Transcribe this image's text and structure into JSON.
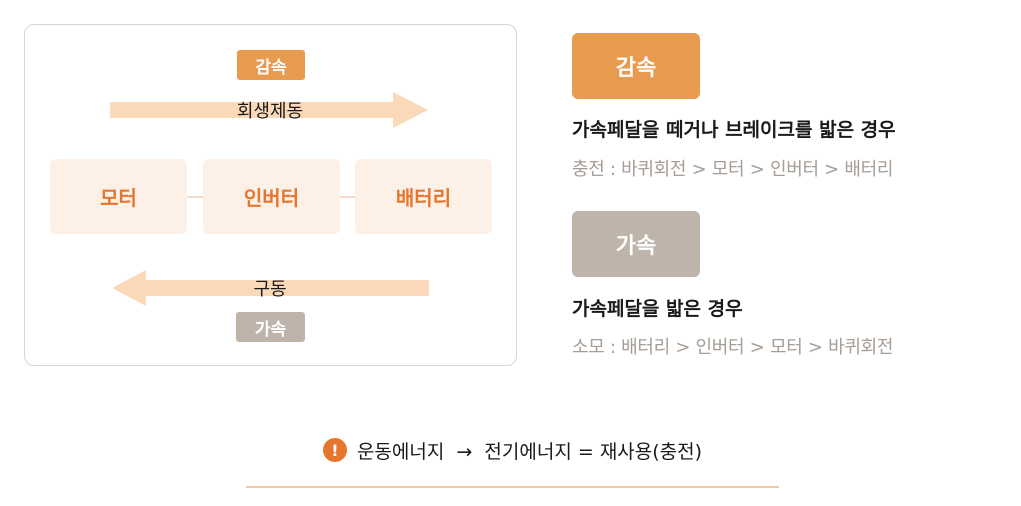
{
  "diagram": {
    "top_badge": "감속",
    "top_arrow_label": "회생제동",
    "nodes": [
      "모터",
      "인버터",
      "배터리"
    ],
    "bottom_arrow_label": "구동",
    "bottom_badge": "가속"
  },
  "explanations": [
    {
      "badge": "감속",
      "title": "가속페달을 떼거나 브레이크를 밟은 경우",
      "flow": "충전 : 바퀴회전 > 모터 > 인버터 > 배터리"
    },
    {
      "badge": "가속",
      "title": "가속페달을 밟은 경우",
      "flow": "소모 : 배터리 > 인버터 > 모터 > 바퀴회전"
    }
  ],
  "note": {
    "icon": "exclamation-icon",
    "icon_glyph": "!",
    "text": "운동에너지  →  전기에너지 = 재사용(충전)"
  },
  "colors": {
    "decel": "#e89a4e",
    "accel": "#bfb4aa",
    "node_bg": "#fdf0e7",
    "node_text": "#e5762e",
    "arrow": "#fbd9b8",
    "flow_text": "#a59d96"
  }
}
